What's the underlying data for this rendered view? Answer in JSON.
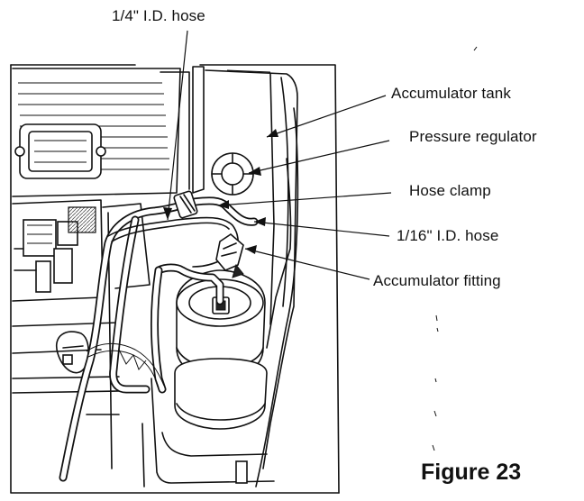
{
  "labels": {
    "hose_quarter": "1/4\" I.D. hose",
    "accumulator_tank": "Accumulator tank",
    "pressure_regulator": "Pressure regulator",
    "hose_clamp": "Hose clamp",
    "hose_sixteenth": "1/16\" I.D. hose",
    "accumulator_fitting": "Accumulator fitting"
  },
  "figure": {
    "caption": "Figure 23"
  }
}
